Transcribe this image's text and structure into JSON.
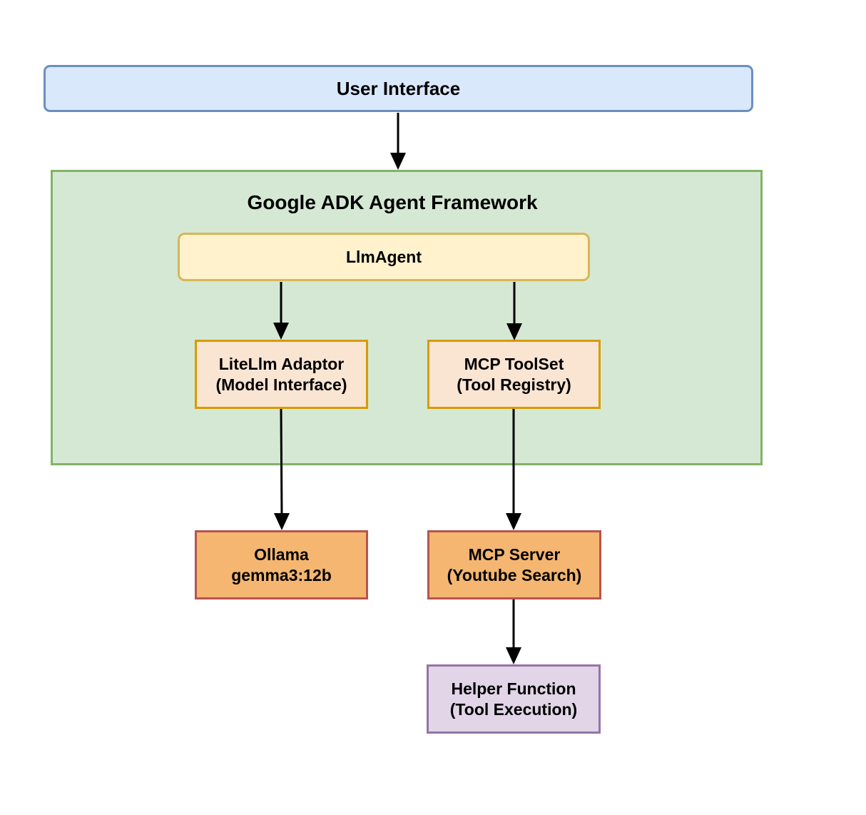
{
  "user_interface": {
    "label": "User Interface"
  },
  "framework": {
    "title": "Google ADK Agent Framework"
  },
  "llm_agent": {
    "label": "LlmAgent"
  },
  "litellm_adaptor": {
    "line1": "LiteLlm Adaptor",
    "line2": "(Model Interface)"
  },
  "mcp_toolset": {
    "line1": "MCP ToolSet",
    "line2": "(Tool Registry)"
  },
  "ollama": {
    "line1": "Ollama",
    "line2": "gemma3:12b"
  },
  "mcp_server": {
    "line1": "MCP Server",
    "line2": "(Youtube Search)"
  },
  "helper_function": {
    "line1": "Helper Function",
    "line2": "(Tool Execution)"
  },
  "colors": {
    "ui_fill": "#dae8fc",
    "ui_stroke": "#6c8ebf",
    "framework_fill": "#d5e8d4",
    "framework_stroke": "#82b366",
    "agent_fill": "#fff2cc",
    "agent_stroke": "#d6b656",
    "component_fill": "#fae5d3",
    "component_stroke": "#d79b00",
    "external_fill": "#f4b670",
    "external_stroke": "#b85450",
    "helper_fill": "#e1d5e7",
    "helper_stroke": "#9673a6"
  }
}
